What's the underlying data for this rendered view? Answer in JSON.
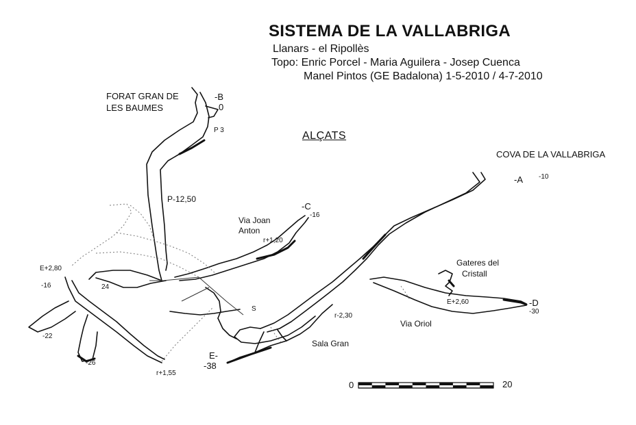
{
  "header": {
    "title": "SISTEMA DE LA VALLABRIGA",
    "location": "Llanars - el Ripollès",
    "credits_line1": "Topo: Enric Porcel - Maria Aguilera - Josep Cuenca",
    "credits_line2": "Manel Pintos (GE Badalona) 1-5-2010 / 4-7-2010"
  },
  "section_label": "ALÇATS",
  "entrances": {
    "forat_gran_1": "FORAT GRAN DE",
    "forat_gran_2": "LES BAUMES",
    "cova": "COVA DE LA VALLABRIGA"
  },
  "stations": {
    "b": "-B",
    "b_depth": "0",
    "a": "-A",
    "a_depth": "-10",
    "c": "-C",
    "c_depth": "-16",
    "d": "-D",
    "d_depth": "-30",
    "e_top": "E-",
    "e_depth": "-38"
  },
  "features": {
    "p3": "P 3",
    "p12": "P-12,50",
    "via_joan_1": "Via Joan",
    "via_joan_2": "Anton",
    "r120": "r+1,20",
    "gateres_1": "Gateres del",
    "gateres_2": "Cristall",
    "e260": "E+2,60",
    "e280": "E+2,80",
    "m16": "-16",
    "n24": "24",
    "m22": "-22",
    "m26": "-26",
    "r155": "r+1,55",
    "s": "S",
    "r230": "r-2,30",
    "sala_gran": "Sala Gran",
    "via_oriol": "Via Oriol"
  },
  "scale": {
    "start": "0",
    "end": "20",
    "segments": 10
  },
  "colors": {
    "ink": "#111111",
    "paper": "#ffffff",
    "dotted": "#777777"
  }
}
